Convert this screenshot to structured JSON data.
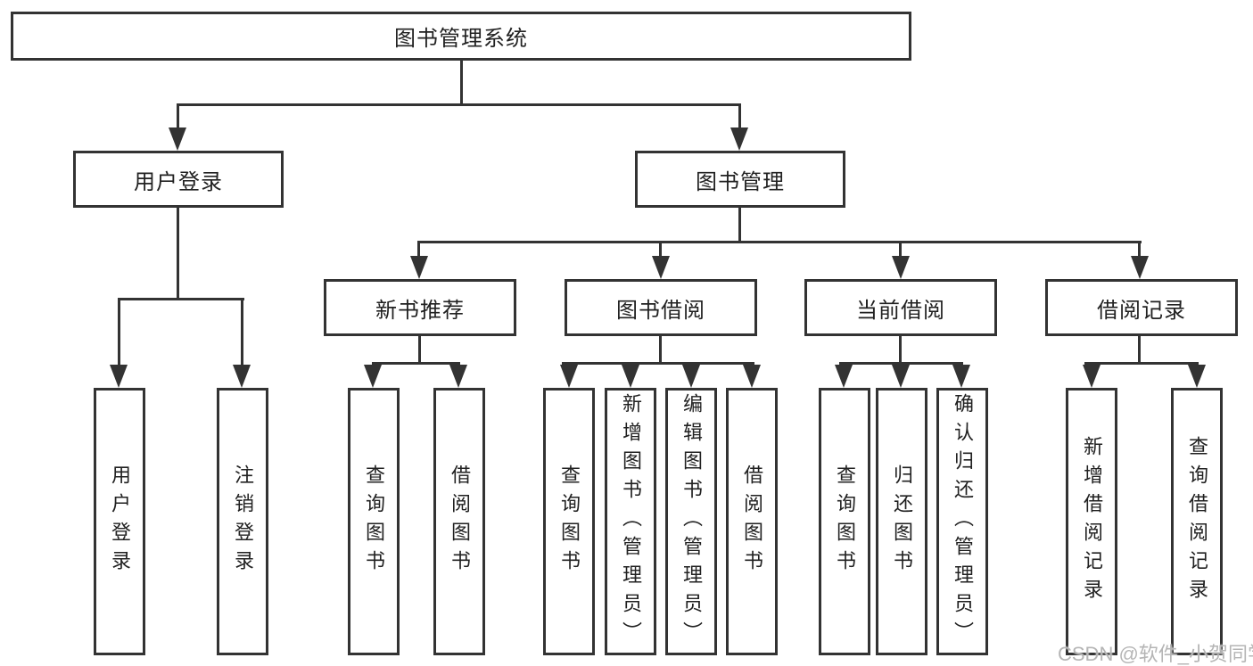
{
  "tree": {
    "label": "图书管理系统",
    "children": [
      {
        "label": "用户登录",
        "children": [
          {
            "label": "用户登录"
          },
          {
            "label": "注销登录"
          }
        ]
      },
      {
        "label": "图书管理",
        "children": [
          {
            "label": "新书推荐",
            "children": [
              {
                "label": "查询图书"
              },
              {
                "label": "借阅图书"
              }
            ]
          },
          {
            "label": "图书借阅",
            "children": [
              {
                "label": "查询图书"
              },
              {
                "label": "新增图书（管理员）"
              },
              {
                "label": "编辑图书（管理员）"
              },
              {
                "label": "借阅图书"
              }
            ]
          },
          {
            "label": "当前借阅",
            "children": [
              {
                "label": "查询图书"
              },
              {
                "label": "归还图书"
              },
              {
                "label": "确认归还（管理员）"
              }
            ]
          },
          {
            "label": "借阅记录",
            "children": [
              {
                "label": "新增借阅记录"
              },
              {
                "label": "查询借阅记录"
              }
            ]
          }
        ]
      }
    ]
  },
  "watermark": {
    "text": "CSDN @软件_小贺同学"
  },
  "colors": {
    "line": "#333333",
    "text": "#212121",
    "box_background": "#ffffff",
    "page_background": "#ffffff",
    "watermark": "#b5b5b5"
  }
}
